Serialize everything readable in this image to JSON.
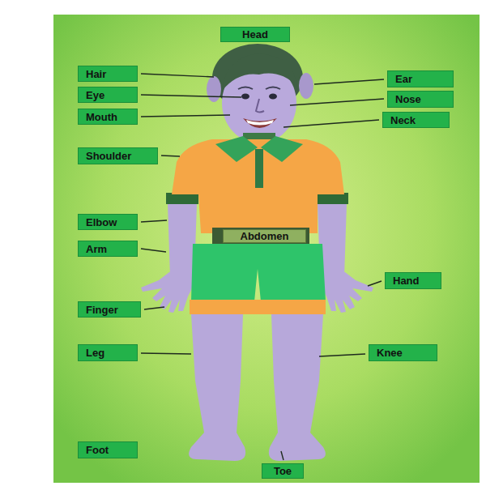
{
  "diagram": {
    "nodes": [
      {
        "text": [
          "Head"
        ]
      },
      {
        "text": [
          "Hair"
        ]
      },
      {
        "text": [
          "Ear"
        ]
      },
      {
        "text": [
          "Eye"
        ]
      },
      {
        "text": [
          "Nose"
        ]
      },
      {
        "text": [
          "Mouth"
        ]
      },
      {
        "text": [
          "Neck"
        ]
      },
      {
        "text": [
          "Shoulder"
        ]
      },
      {
        "text": [
          "Elbow"
        ]
      },
      {
        "text": [
          "Abdomen"
        ]
      },
      {
        "text": [
          "Arm"
        ]
      },
      {
        "text": [
          "Hand"
        ]
      },
      {
        "text": [
          "Finger"
        ]
      },
      {
        "text": [
          "Leg"
        ]
      },
      {
        "text": [
          "Knee"
        ]
      },
      {
        "text": [
          "Foot"
        ]
      },
      {
        "text": [
          "Toe"
        ]
      }
    ]
  }
}
